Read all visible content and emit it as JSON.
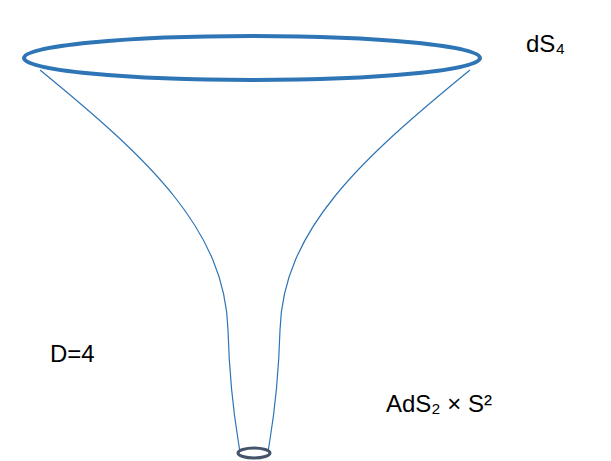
{
  "diagram": {
    "labels": [
      "dS₄",
      "D=4",
      "AdS₂ × S²"
    ]
  }
}
